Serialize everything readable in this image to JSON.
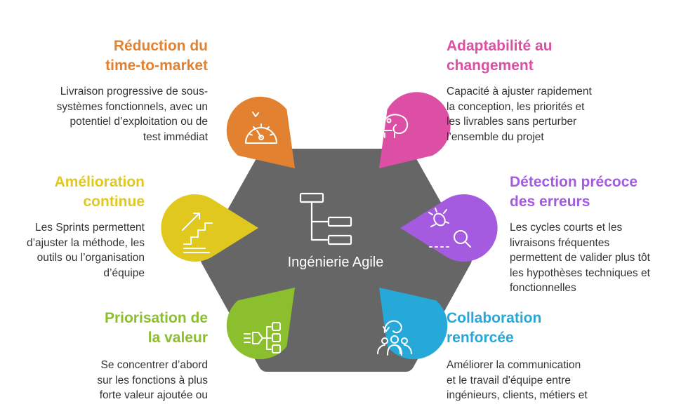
{
  "center": {
    "label": "Ingénierie Agile",
    "icon": "hierarchy-icon",
    "color": "#666666"
  },
  "items": [
    {
      "key": "time-to-market",
      "title": "Réduction du\ntime-to-market",
      "description": "Livraison progressive de sous-\nsystèmes fonctionnels, avec un\npotentiel d’exploitation ou de\ntest immédiat",
      "color": "#E2812F",
      "icon": "speedometer-icon"
    },
    {
      "key": "adaptability",
      "title": "Adaptabilité au\nchangement",
      "description": "Capacité à ajuster rapidement\nla conception, les priorités et\nles livrables sans perturber\nl’ensemble du projet",
      "color": "#DC4FA4",
      "icon": "chameleon-icon"
    },
    {
      "key": "continuous-improvement",
      "title": "Amélioration\ncontinue",
      "description": "Les Sprints permettent\nd’ajuster la méthode, les\noutils ou l’organisation\nd’équipe",
      "color": "#E1C81E",
      "icon": "stairs-up-icon"
    },
    {
      "key": "early-detection",
      "title": "Détection précoce\ndes erreurs",
      "description": "Les cycles courts et les\nlivraisons fréquentes\npermettent de valider plus tôt\nles hypothèses techniques et\nfonctionnelles",
      "color": "#A45BE0",
      "icon": "bug-search-icon"
    },
    {
      "key": "value-prioritization",
      "title": "Priorisation de\nla valeur",
      "description": "Se concentrer d’abord\nsur les fonctions à plus\nforte valeur ajoutée ou",
      "color": "#8BBF2E",
      "icon": "prioritize-flow-icon"
    },
    {
      "key": "collaboration",
      "title": "Collaboration\nrenforcée",
      "description": "Améliorer la communication\net le travail d'équipe entre\ningénieurs, clients, métiers et",
      "color": "#26A9D9",
      "icon": "team-collaboration-icon"
    }
  ]
}
